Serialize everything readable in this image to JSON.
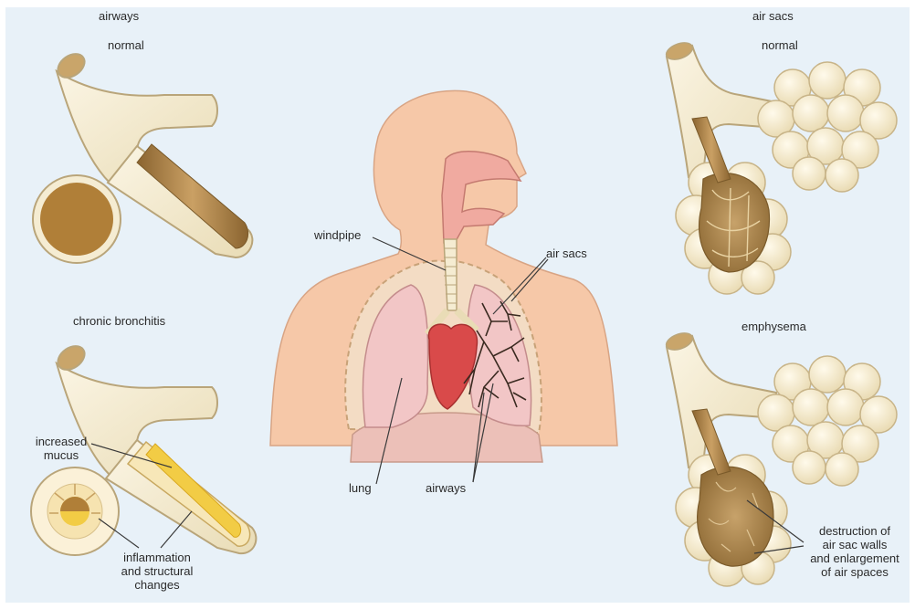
{
  "colors": {
    "background": "#e8f1f8",
    "airway_cream": "#f5ecd2",
    "airway_outline": "#b9a57a",
    "airway_lumen": "#b0874a",
    "mucus": "#f2cc45",
    "skin": "#f6c8a8",
    "lung_pink": "#f0c4c4",
    "heart_red": "#d94a4a",
    "bronchi_dark": "#3a2a20"
  },
  "sections": {
    "airways": {
      "heading": "airways",
      "normal_label": "normal",
      "bronchitis_label": "chronic bronchitis",
      "mucus_label": [
        "increased",
        "mucus"
      ],
      "inflammation_label": [
        "inflammation",
        "and structural",
        "changes"
      ]
    },
    "body": {
      "windpipe_label": "windpipe",
      "air_sacs_label": "air sacs",
      "lung_label": "lung",
      "airways_label": "airways"
    },
    "air_sacs": {
      "heading": "air sacs",
      "normal_label": "normal",
      "emphysema_label": "emphysema",
      "destruction_label": [
        "destruction of",
        "air sac walls",
        "and enlargement",
        "of air spaces"
      ]
    }
  }
}
